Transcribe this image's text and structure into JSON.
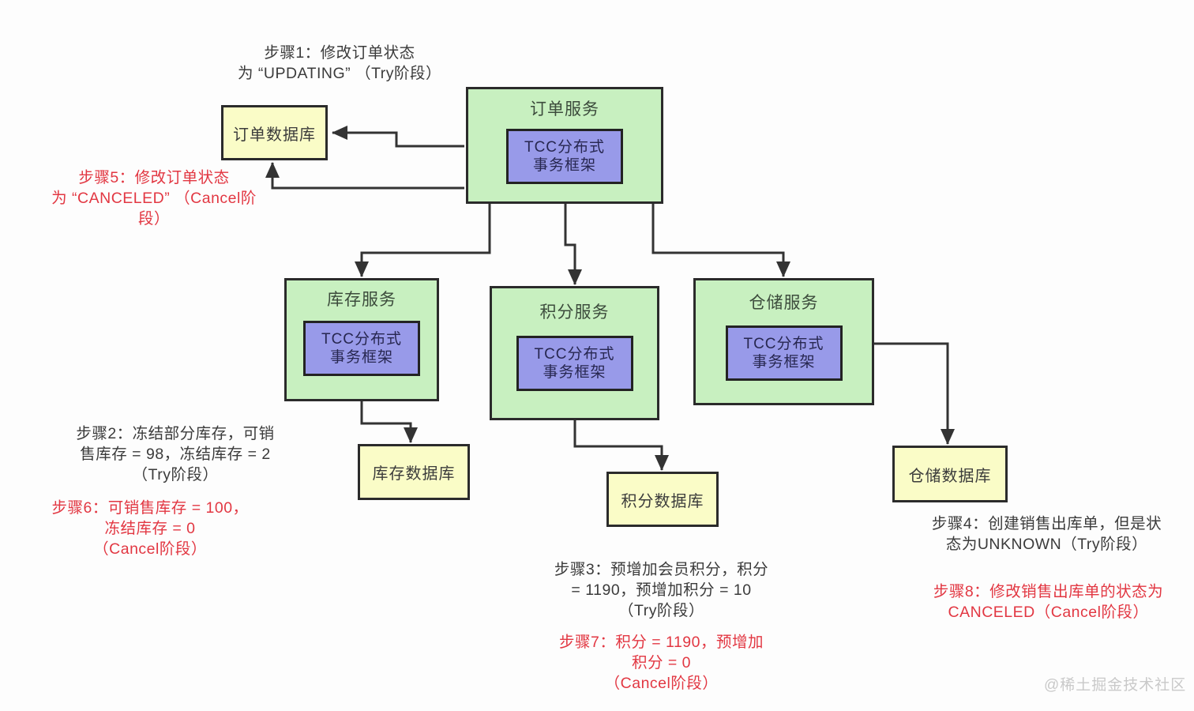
{
  "nodes": {
    "order_service": {
      "title": "订单服务",
      "tcc_line1": "TCC分布式",
      "tcc_line2": "事务框架"
    },
    "inventory_service": {
      "title": "库存服务",
      "tcc_line1": "TCC分布式",
      "tcc_line2": "事务框架"
    },
    "points_service": {
      "title": "积分服务",
      "tcc_line1": "TCC分布式",
      "tcc_line2": "事务框架"
    },
    "warehouse_service": {
      "title": "仓储服务",
      "tcc_line1": "TCC分布式",
      "tcc_line2": "事务框架"
    },
    "order_db": {
      "label": "订单数据库"
    },
    "inventory_db": {
      "label": "库存数据库"
    },
    "points_db": {
      "label": "积分数据库"
    },
    "warehouse_db": {
      "label": "仓储数据库"
    }
  },
  "annotations": {
    "step1": {
      "color": "black",
      "lines": [
        "步骤1：修改订单状态",
        "为 “UPDATING” （Try阶段）"
      ]
    },
    "step2": {
      "color": "black",
      "lines": [
        "步骤2：冻结部分库存，可销",
        "售库存 = 98，冻结库存 = 2",
        "（Try阶段）"
      ]
    },
    "step3": {
      "color": "black",
      "lines": [
        "步骤3：预增加会员积分，积分",
        "= 1190，预增加积分 = 10",
        "（Try阶段）"
      ]
    },
    "step4": {
      "color": "black",
      "lines": [
        "步骤4：创建销售出库单，但是状",
        "态为UNKNOWN（Try阶段）"
      ]
    },
    "step5": {
      "color": "red",
      "lines": [
        "步骤5：修改订单状态",
        "为 “CANCELED” （Cancel阶",
        "段）"
      ]
    },
    "step6": {
      "color": "red",
      "lines": [
        "步骤6：可销售库存 = 100，",
        "冻结库存 = 0",
        "（Cancel阶段）"
      ]
    },
    "step7": {
      "color": "red",
      "lines": [
        "步骤7：积分 = 1190，预增加",
        "积分 = 0",
        "（Cancel阶段）"
      ]
    },
    "step8": {
      "color": "red",
      "lines": [
        "步骤8：修改销售出库单的状态为",
        "CANCELED（Cancel阶段）"
      ]
    }
  },
  "watermark": {
    "text": "@稀土掘金技术社区"
  },
  "colors": {
    "service_fill": "#c8f0c0",
    "tcc_fill": "#989ae9",
    "db_fill": "#fafcc7",
    "border": "#2b2b2b",
    "annotation_black": "#3b3b3b",
    "annotation_red": "#e23742",
    "connector": "#333333",
    "watermark_gray": "#c9c9c9"
  }
}
